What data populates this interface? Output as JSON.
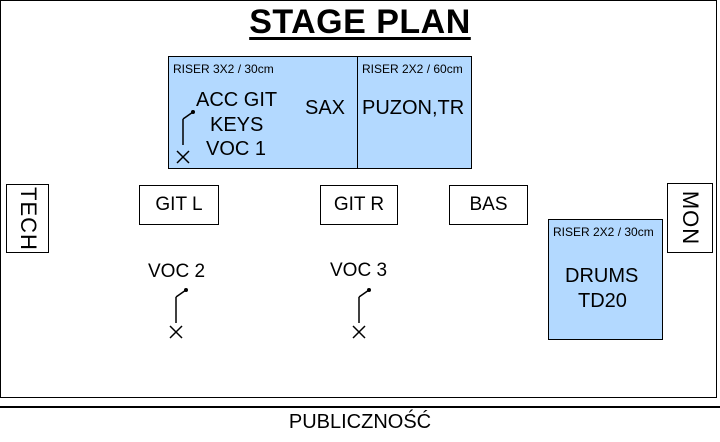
{
  "title": "STAGE PLAN",
  "risers": {
    "left": {
      "label": "RISER 3X2 / 30cm",
      "lines": [
        "ACC GIT",
        "KEYS",
        "VOC 1"
      ],
      "extra": "SAX"
    },
    "right": {
      "label": "RISER 2X2 / 60cm",
      "text": "PUZON,TR"
    },
    "drums": {
      "label": "RISER 2X2 / 30cm",
      "lines": [
        "DRUMS",
        "TD20"
      ]
    }
  },
  "amps": {
    "git_l": "GIT L",
    "git_r": "GIT R",
    "bas": "BAS"
  },
  "vocals": {
    "voc2": "VOC 2",
    "voc3": "VOC 3"
  },
  "sides": {
    "tech": "TECH",
    "mon": "MON"
  },
  "audience": "PUBLICZNOŚĆ",
  "colors": {
    "riser_fill": "#b3d9ff",
    "line": "#000000"
  },
  "icons": {
    "microphone": "mic-stand-icon"
  }
}
